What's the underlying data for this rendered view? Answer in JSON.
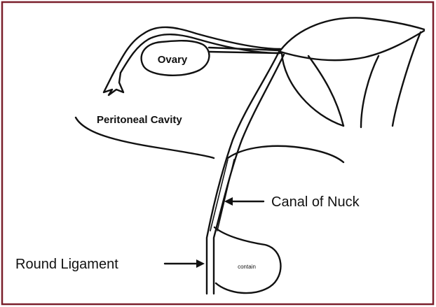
{
  "labels": {
    "ovary": "Ovary",
    "peritoneal_cavity": "Peritoneal Cavity",
    "canal_of_nuck": "Canal of Nuck",
    "round_ligament": "Round Ligament",
    "sac": "contain"
  },
  "colors": {
    "frame": "#7a1f2b",
    "ink": "#111111",
    "background": "#ffffff"
  }
}
